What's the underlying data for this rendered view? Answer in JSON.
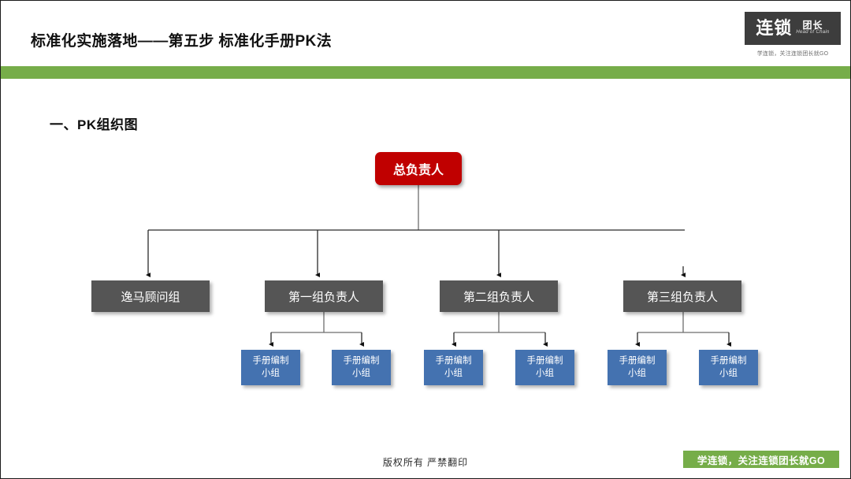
{
  "header": {
    "title": "标准化实施落地——第五步  标准化手册PK法",
    "accent_color": "#76ad49",
    "logo": {
      "main": "连锁",
      "sub": "团长",
      "english": "Head of Chain",
      "tagline": "学连锁，关注连锁团长就GO"
    }
  },
  "section": {
    "heading": "一、PK组织图"
  },
  "chart_data": {
    "type": "diagram",
    "title": "PK组织图",
    "nodes": {
      "root": {
        "label": "总负责人",
        "color": "#c00000"
      },
      "level2": [
        {
          "label": "逸马顾问组",
          "color": "#555555"
        },
        {
          "label": "第一组负责人",
          "color": "#555555"
        },
        {
          "label": "第二组负责人",
          "color": "#555555"
        },
        {
          "label": "第三组负责人",
          "color": "#555555"
        }
      ],
      "level3": [
        {
          "line1": "手册编制",
          "line2": "小组",
          "color": "#4472b0"
        },
        {
          "line1": "手册编制",
          "line2": "小组",
          "color": "#4472b0"
        },
        {
          "line1": "手册编制",
          "line2": "小组",
          "color": "#4472b0"
        },
        {
          "line1": "手册编制",
          "line2": "小组",
          "color": "#4472b0"
        },
        {
          "line1": "手册编制",
          "line2": "小组",
          "color": "#4472b0"
        },
        {
          "line1": "手册编制",
          "line2": "小组",
          "color": "#4472b0"
        }
      ]
    },
    "edges": [
      {
        "from": "总负责人",
        "to": "逸马顾问组"
      },
      {
        "from": "总负责人",
        "to": "第一组负责人"
      },
      {
        "from": "总负责人",
        "to": "第二组负责人"
      },
      {
        "from": "总负责人",
        "to": "第三组负责人"
      },
      {
        "from": "第一组负责人",
        "to": "手册编制小组"
      },
      {
        "from": "第一组负责人",
        "to": "手册编制小组"
      },
      {
        "from": "第二组负责人",
        "to": "手册编制小组"
      },
      {
        "from": "第二组负责人",
        "to": "手册编制小组"
      },
      {
        "from": "第三组负责人",
        "to": "手册编制小组"
      },
      {
        "from": "第三组负责人",
        "to": "手册编制小组"
      }
    ]
  },
  "footer": {
    "copyright": "版权所有  严禁翻印",
    "badge": "学连锁，关注连锁团长就GO"
  }
}
